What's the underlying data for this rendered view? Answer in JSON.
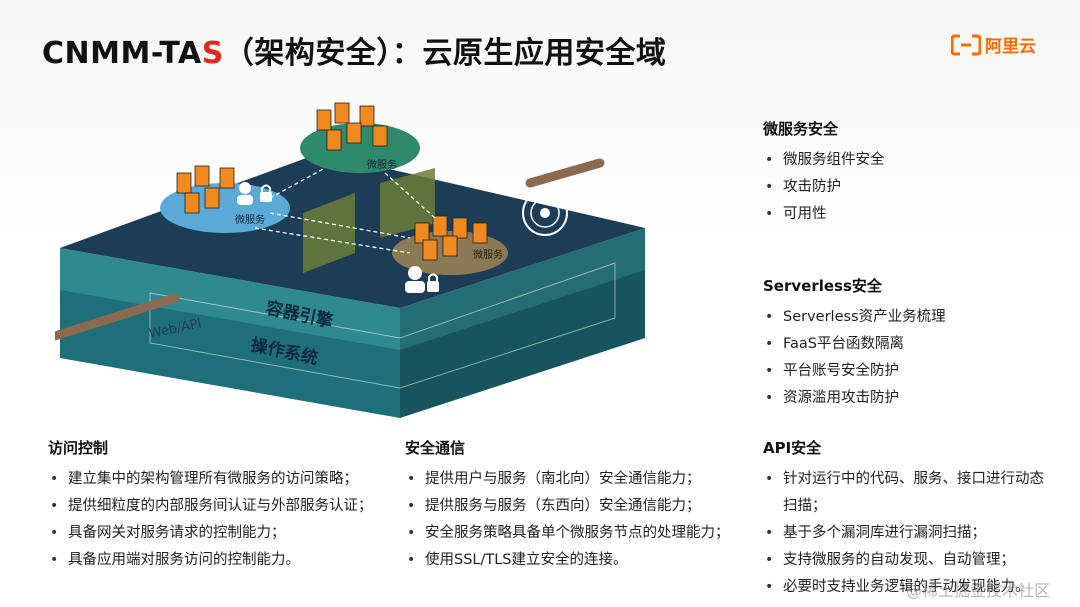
{
  "title": {
    "prefix": "CNMM-TA",
    "accent": "S",
    "suffix": "（架构安全）：云原生应用安全域"
  },
  "logo": {
    "text": "阿里云",
    "icon": "aliyun-logo-icon",
    "color": "#ff6a00"
  },
  "diagram": {
    "api_label": "Web/API",
    "layer_engine": "容器引擎",
    "layer_os": "操作系统",
    "cluster_labels": [
      "微服务",
      "微服务",
      "微服务"
    ]
  },
  "microservice_security": {
    "heading": "微服务安全",
    "items": [
      "微服务组件安全",
      "攻击防护",
      "可用性"
    ]
  },
  "serverless_security": {
    "heading": "Serverless安全",
    "items": [
      "Serverless资产业务梳理",
      "FaaS平台函数隔离",
      "平台账号安全防护",
      "资源滥用攻击防护"
    ]
  },
  "api_security": {
    "heading": "API安全",
    "items": [
      "针对运行中的代码、服务、接口进行动态",
      "扫描；",
      "基于多个漏洞库进行漏洞扫描；",
      "支持微服务的自动发现、自动管理；",
      "必要时支持业务逻辑的手动发现能力。"
    ]
  },
  "access_control": {
    "heading": "访问控制",
    "items": [
      "建立集中的架构管理所有微服务的访问策略；",
      "提供细粒度的内部服务间认证与外部服务认证；",
      "具备网关对服务请求的控制能力；",
      "具备应用端对服务访问的控制能力。"
    ]
  },
  "secure_comm": {
    "heading": "安全通信",
    "items": [
      "提供用户与服务（南北向）安全通信能力；",
      "提供服务与服务（东西向）安全通信能力；",
      "安全服务策略具备单个微服务节点的处理能力；",
      "使用SSL/TLS建立安全的连接。"
    ]
  },
  "watermark": "@稀土掘金技术社区",
  "colors": {
    "accent": "#e02a1f",
    "top_face": "#1c3d55",
    "engine_face": "#2e8a8f",
    "os_face": "#1f6f7a"
  }
}
